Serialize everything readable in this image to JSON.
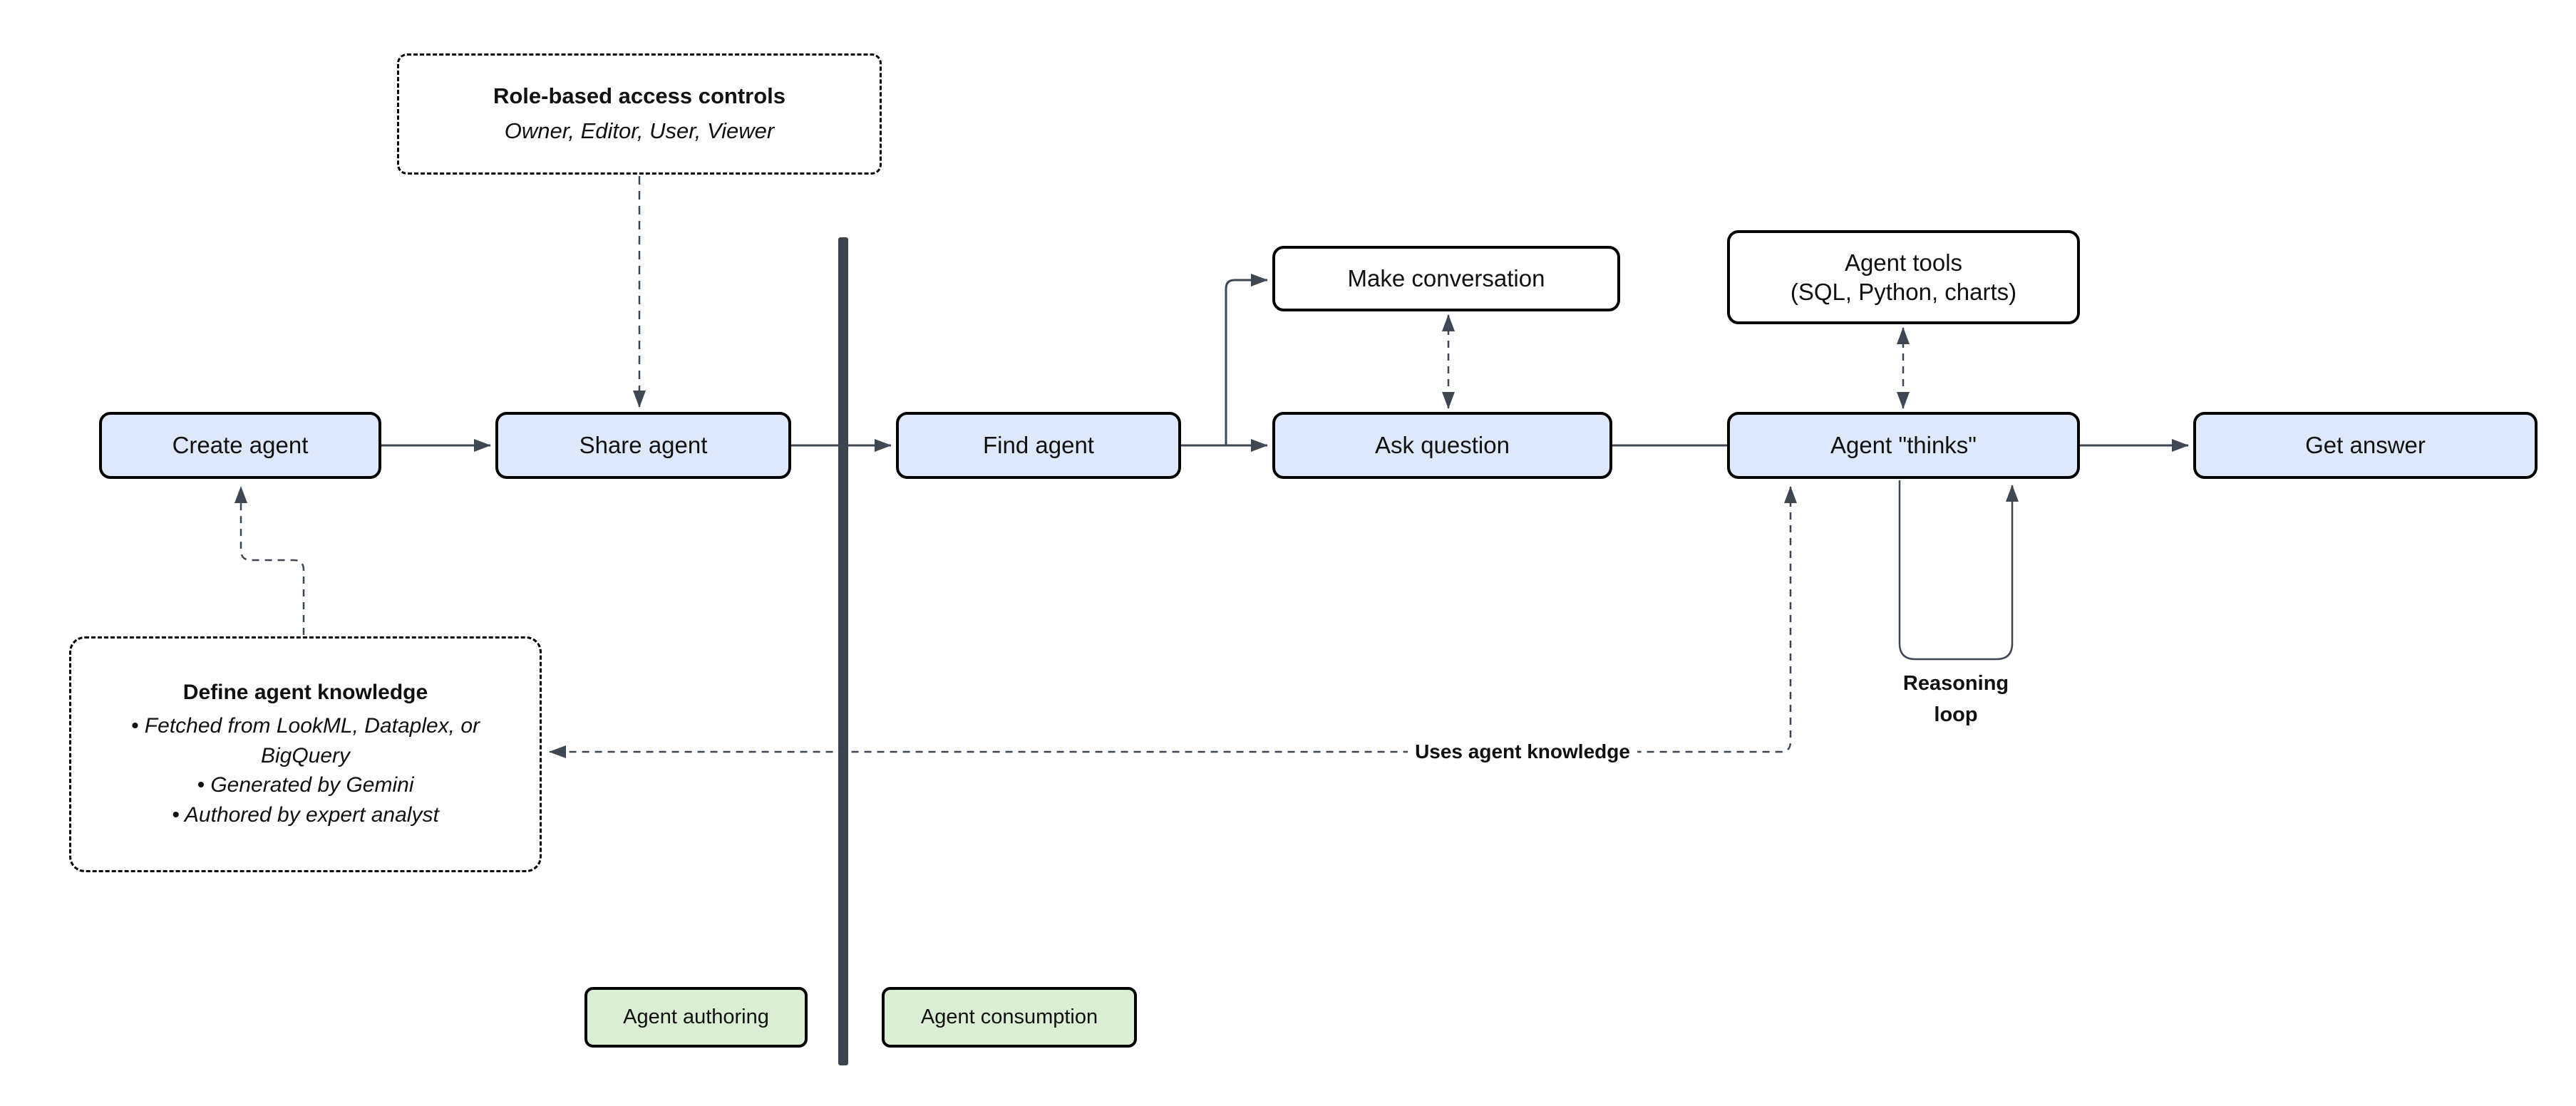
{
  "colors": {
    "node_fill_blue": "#dde9fb",
    "node_fill_white": "#ffffff",
    "node_fill_green": "#d9eed3",
    "node_border": "#000000",
    "connector": "#3e4754",
    "divider": "#3a434e",
    "text": "#111111"
  },
  "nodes": {
    "role_access": {
      "title": "Role-based access controls",
      "subtitle": "Owner, Editor, User, Viewer"
    },
    "create_agent": {
      "label": "Create agent"
    },
    "share_agent": {
      "label": "Share agent"
    },
    "find_agent": {
      "label": "Find agent"
    },
    "make_conversation": {
      "label": "Make conversation"
    },
    "ask_question": {
      "label": "Ask question"
    },
    "agent_tools": {
      "line1": "Agent tools",
      "line2": "(SQL, Python, charts)"
    },
    "agent_thinks": {
      "label": "Agent \"thinks\""
    },
    "get_answer": {
      "label": "Get answer"
    },
    "agent_knowledge": {
      "title": "Define agent knowledge",
      "bullets": [
        "• Fetched from LookML, Dataplex, or BigQuery",
        "• Generated by Gemini",
        "• Authored by expert analyst"
      ]
    }
  },
  "annotations": {
    "reasoning_loop": "Reasoning loop",
    "uses_agent_knowledge": "Uses agent knowledge"
  },
  "zones": {
    "authoring": "Agent authoring",
    "consumption": "Agent consumption"
  }
}
